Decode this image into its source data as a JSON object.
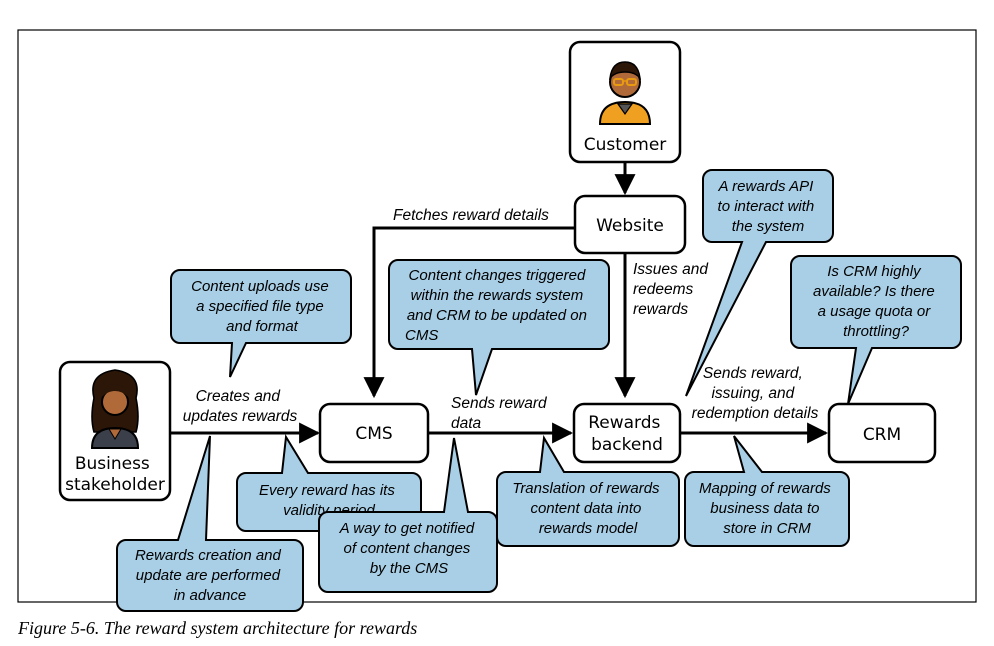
{
  "colors": {
    "note_fill": "#a9cfe6",
    "stroke": "#000000",
    "box_fill": "#ffffff",
    "skin": "#b06a3a",
    "shirt": "#f0a020",
    "hair": "#2b1608"
  },
  "nodes": {
    "customer": "Customer",
    "website": "Website",
    "cms": "CMS",
    "rewards_backend": [
      "Rewards",
      "backend"
    ],
    "crm": "CRM",
    "business_stakeholder": [
      "Business",
      "stakeholder"
    ]
  },
  "edges": {
    "fetches": [
      "Fetches reward details"
    ],
    "creates": [
      "Creates and",
      "updates rewards"
    ],
    "sends_data": [
      "Sends reward",
      "data"
    ],
    "issues": [
      "Issues and",
      "redeems",
      "rewards"
    ],
    "sends_details": [
      "Sends reward,",
      "issuing, and",
      "redemption details"
    ]
  },
  "notes": {
    "uploads": [
      "Content uploads use",
      "a specified file type",
      "and format"
    ],
    "triggered": [
      "Content changes triggered",
      "within the rewards system",
      "and CRM to be updated on",
      "CMS"
    ],
    "api": [
      "A rewards API",
      "to interact with",
      "the system"
    ],
    "crm_q": [
      "Is CRM highly",
      "available? Is there",
      "a usage quota or",
      "throttling?"
    ],
    "validity": [
      "Every reward has its",
      "validity period"
    ],
    "advance": [
      "Rewards creation and",
      "update are performed",
      "in advance"
    ],
    "notified": [
      "A way to get notified",
      "of content changes",
      "by the CMS"
    ],
    "translation": [
      "Translation of rewards",
      "content data into",
      "rewards model"
    ],
    "mapping": [
      "Mapping of rewards",
      "business data to",
      "store in CRM"
    ]
  },
  "caption": "Figure 5-6. The reward system architecture for rewards"
}
